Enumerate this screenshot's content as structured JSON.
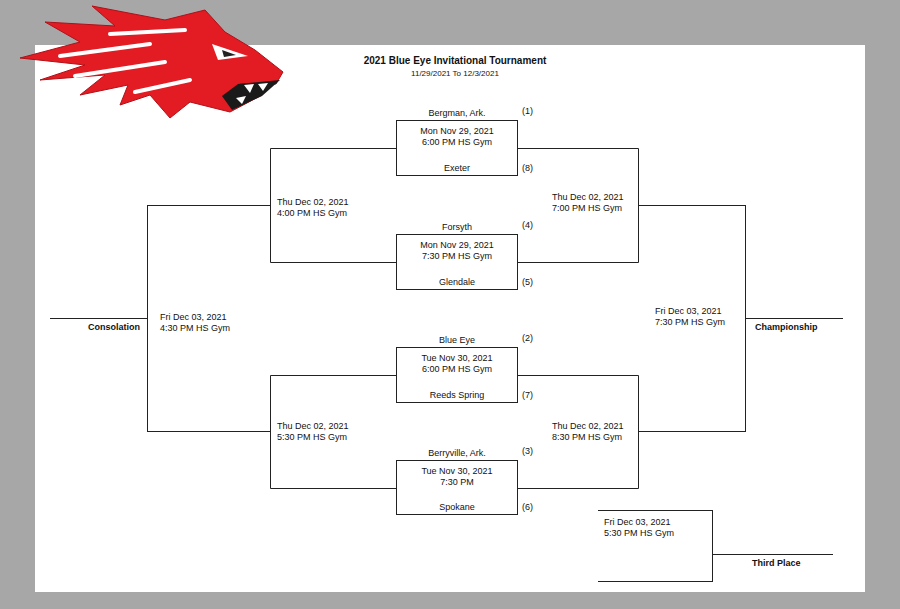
{
  "diagram": {
    "title": "2021 Blue Eye Invitational Tournament",
    "nodes": [
      {
        "text": [
          "Bergman, Ark.",
          "Mon Nov 29, 2021 6:00 PM HS Gym",
          "Exeter"
        ]
      },
      {
        "text": [
          "Forsyth",
          "Mon Nov 29, 2021 7:30 PM HS Gym",
          "Glendale"
        ]
      },
      {
        "text": [
          "Blue Eye",
          "Tue Nov 30, 2021 6:00 PM HS Gym",
          "Reeds Spring"
        ]
      },
      {
        "text": [
          "Berryville, Ark.",
          "Tue Nov 30, 2021 7:30 PM",
          "Spokane"
        ]
      }
    ],
    "edges": [
      {
        "from": 0,
        "to": 1,
        "arrow": "none"
      },
      {
        "from": 0,
        "to": 1,
        "arrow": "none"
      },
      {
        "from": 2,
        "to": 3,
        "arrow": "none"
      },
      {
        "from": 2,
        "to": 3,
        "arrow": "none"
      }
    ],
    "labels": [
      "11/29/2021 To 12/3/2021",
      "(1)",
      "(8)",
      "(4)",
      "(5)",
      "(2)",
      "(7)",
      "(3)",
      "(6)",
      "Thu Dec 02, 2021 4:00 PM HS Gym",
      "Thu Dec 02, 2021 7:00 PM HS Gym",
      "Thu Dec 02, 2021 5:30 PM HS Gym",
      "Thu Dec 02, 2021 8:30 PM HS Gym",
      "Fri Dec 03, 2021 4:30 PM HS Gym",
      "Fri Dec 03, 2021 7:30 PM HS Gym",
      "Consolation",
      "Championship",
      "Fri Dec 03, 2021 5:30 PM HS Gym",
      "Third Place"
    ]
  }
}
